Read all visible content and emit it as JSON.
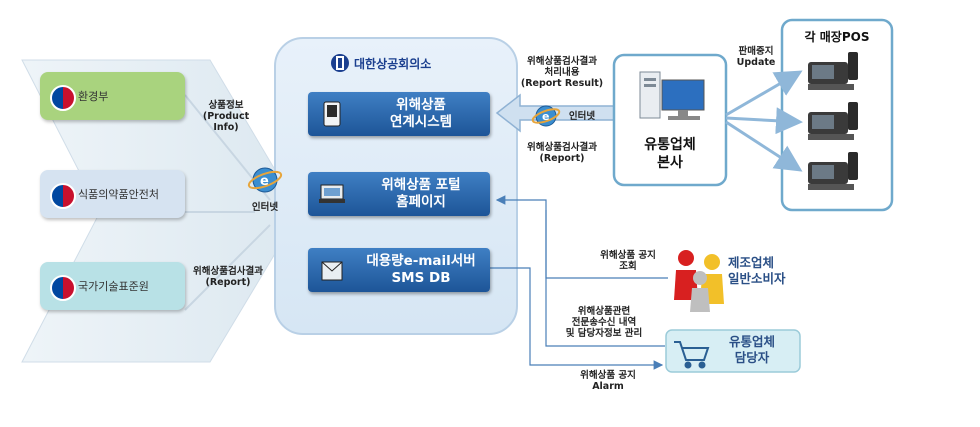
{
  "agencies": [
    {
      "label": "환경부",
      "color": "#a9d37e"
    },
    {
      "label": "식품의약품안전처",
      "color": "#d6e3f1"
    },
    {
      "label": "국가기술표준원",
      "color": "#b8e1e6"
    }
  ],
  "left_flow": {
    "top_label_1": "상품정보",
    "top_label_2": "(Product",
    "top_label_3": "Info)",
    "center_label": "인터넷",
    "bottom_label_1": "위해상품검사결과",
    "bottom_label_2": "(Report)"
  },
  "hub": {
    "title": "대한상공회의소",
    "sys1_line1": "위해상품",
    "sys1_line2": "연계시스템",
    "sys2_line1": "위해상품 포털",
    "sys2_line2": "홈페이지",
    "sys3_line1": "대용량e-mail서버",
    "sys3_line2": "SMS DB"
  },
  "mid_flow": {
    "upper_1": "위해상품검사결과",
    "upper_2": "처리내용",
    "upper_3": "(Report Result)",
    "center": "인터넷",
    "lower_1": "위해상품검사결과",
    "lower_2": "(Report)"
  },
  "distributor_hq": {
    "line1": "유통업체",
    "line2": "본사"
  },
  "pos": {
    "title": "각 매장POS",
    "update_1": "판매중지",
    "update_2": "Update"
  },
  "consumer": {
    "query_1": "위해상품 공지",
    "query_2": "조회",
    "label_1": "제조업체",
    "label_2": "일반소비자"
  },
  "manager": {
    "info_1": "위해상품관련",
    "info_2": "전문송수신 내역",
    "info_3": "및 담당자정보 관리",
    "label_1": "유통업체",
    "label_2": "담당자",
    "alarm_1": "위해상품 공지",
    "alarm_2": "Alarm"
  }
}
